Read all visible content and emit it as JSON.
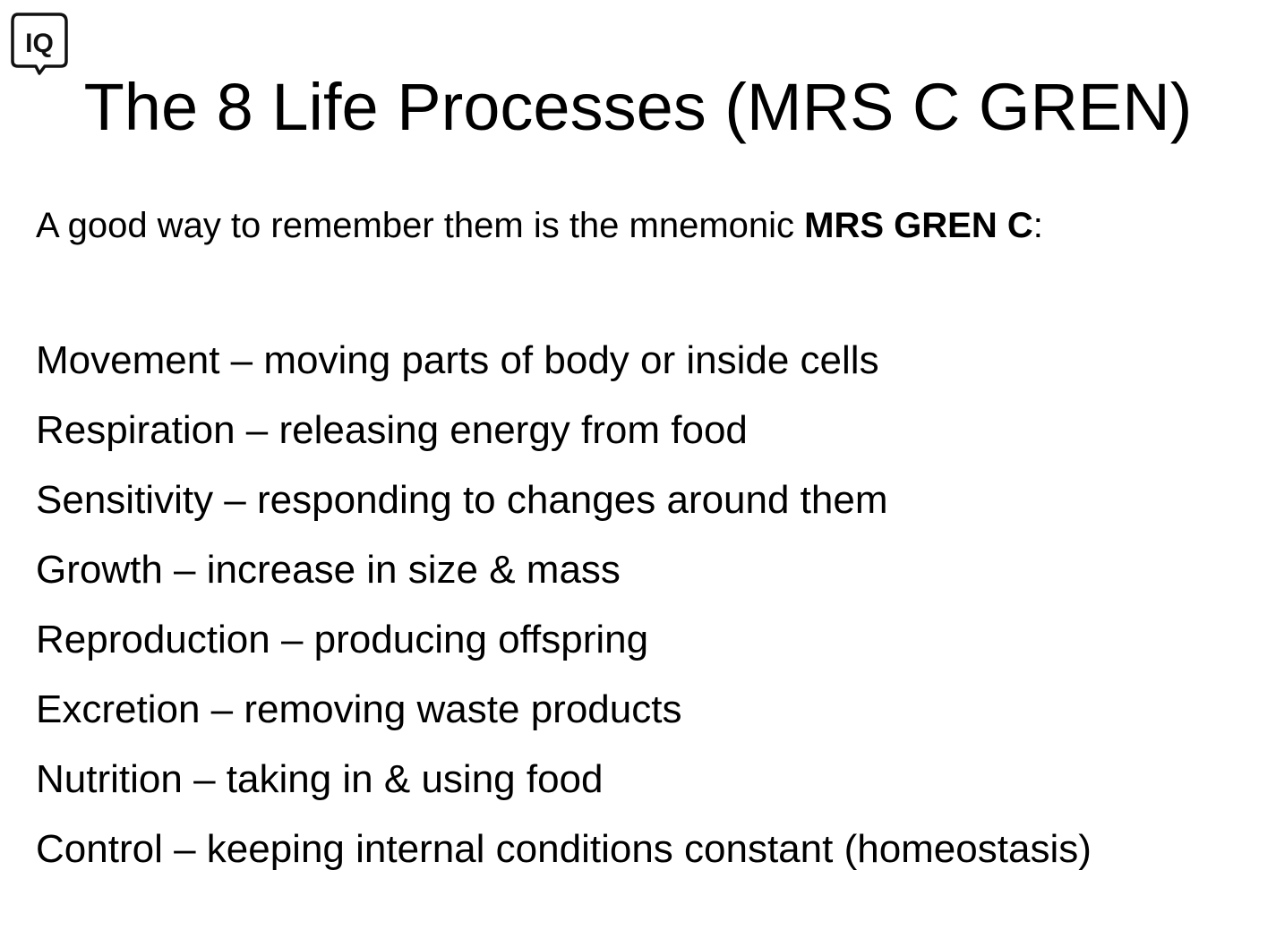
{
  "logo": {
    "text": "IQ",
    "icon": "speech-bubble-icon"
  },
  "title": "The 8 Life Processes (MRS C GREN)",
  "intro": {
    "text": "A good way to remember them is the mnemonic ",
    "mnemonic": "MRS GREN C",
    "suffix": ":"
  },
  "processes": [
    {
      "name": "Movement",
      "sep": " – ",
      "description": "moving parts of body or inside cells"
    },
    {
      "name": "Respiration",
      "sep": " – ",
      "description": "releasing energy from food"
    },
    {
      "name": "Sensitivity",
      "sep": " – ",
      "description": "responding to changes around them"
    },
    {
      "name": "Growth",
      "sep": " – ",
      "description": "increase in size & mass"
    },
    {
      "name": "Reproduction",
      "sep": " – ",
      "description": "producing offspring"
    },
    {
      "name": "Excretion",
      "sep": " – ",
      "description": "removing waste products"
    },
    {
      "name": "Nutrition",
      "sep": " – ",
      "description": "taking in & using food"
    },
    {
      "name": "Control",
      "sep": " – ",
      "description": "keeping internal conditions constant (homeostasis)"
    }
  ]
}
